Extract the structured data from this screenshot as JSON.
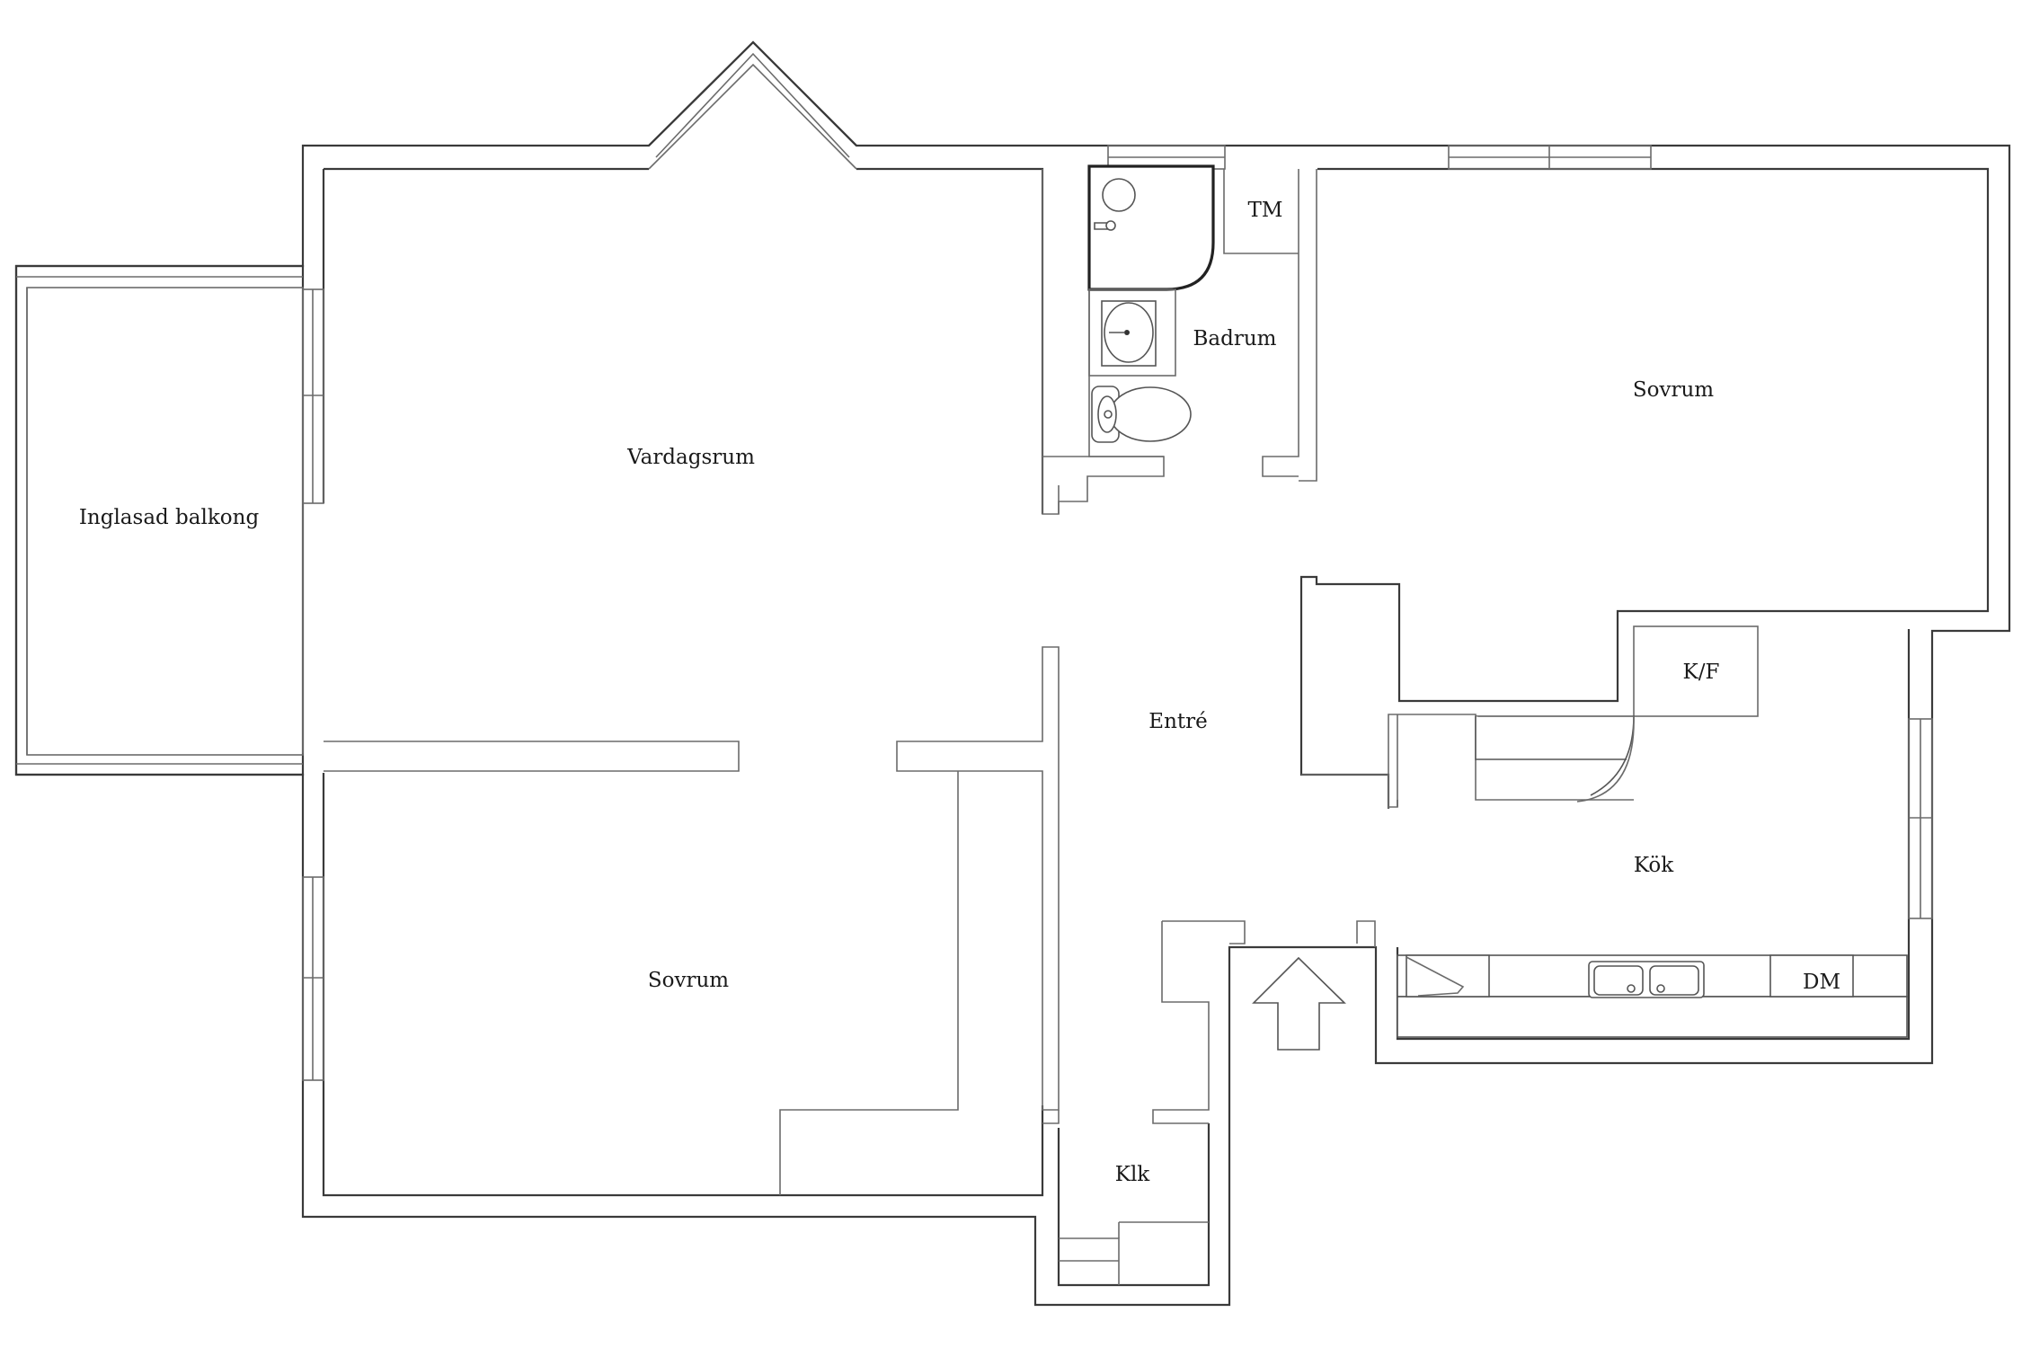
{
  "rooms": {
    "vardagsrum": "Vardagsrum",
    "balkong": "Inglasad balkong",
    "badrum": "Badrum",
    "tm": "TM",
    "sovrum_east": "Sovrum",
    "entre": "Entré",
    "kf": "K/F",
    "kok": "Kök",
    "sovrum_west": "Sovrum",
    "klk": "Klk",
    "dm": "DM"
  },
  "colors": {
    "walls": "#3a3a3a",
    "background": "#ffffff",
    "text": "#1a1a1a"
  },
  "icons": {
    "entrance": "arrow-up-icon",
    "sink": "sink-icon",
    "toilet": "toilet-icon",
    "shower": "shower-icon",
    "kitchen-sink": "double-sink-icon"
  }
}
